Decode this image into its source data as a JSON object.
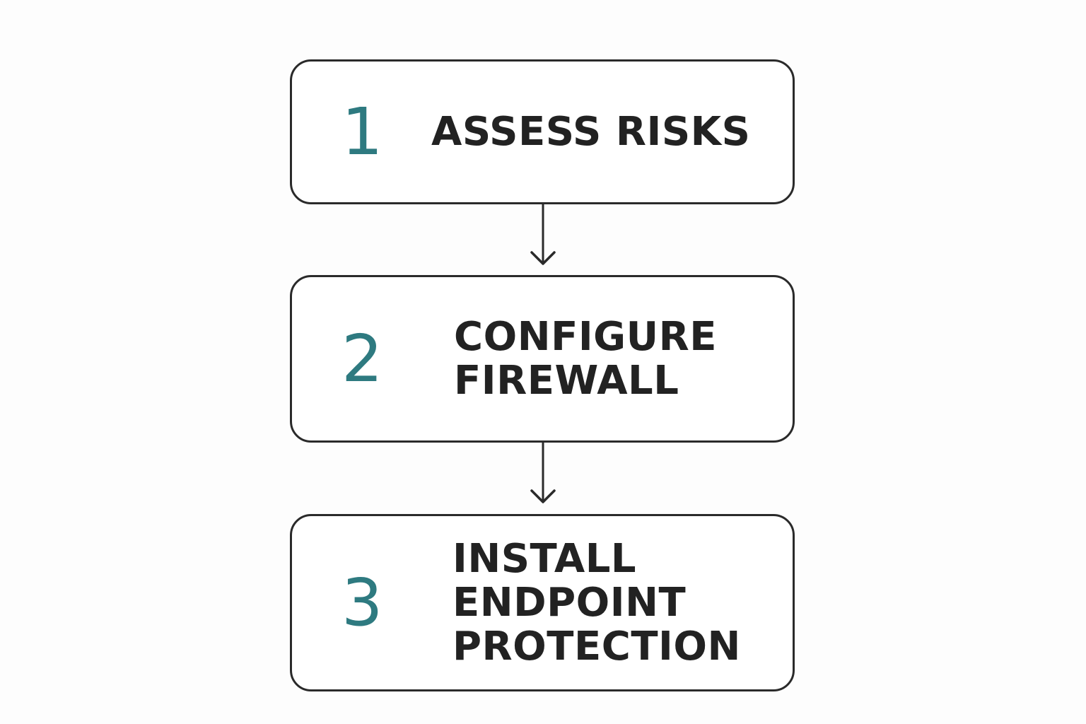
{
  "steps": [
    {
      "number": "1",
      "lines": [
        "ASSESS RISKS"
      ]
    },
    {
      "number": "2",
      "lines": [
        "CONFIGURE",
        "FIREWALL"
      ]
    },
    {
      "number": "3",
      "lines": [
        "INSTALL",
        "ENDPOINT",
        "PROTECTION"
      ]
    }
  ],
  "colors": {
    "number": "#2e7a80",
    "label": "#222222",
    "border": "#2a2a2a",
    "background": "#fdfdfd"
  }
}
